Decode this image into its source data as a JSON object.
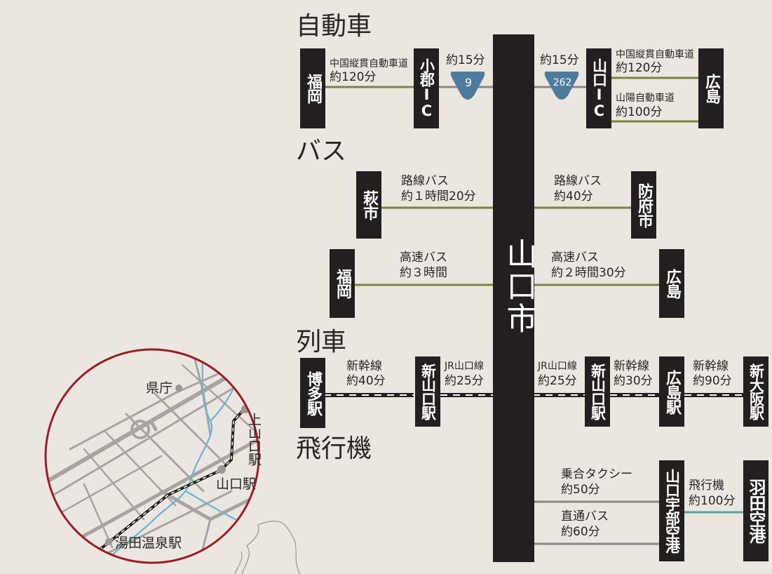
{
  "sections": {
    "car": "自動車",
    "bus": "バス",
    "train": "列車",
    "plane": "飛行機"
  },
  "center": "山口市",
  "car": {
    "fukuoka": "福岡",
    "ogori_ic": "小郡IC",
    "yamaguchi_ic": "山口IC",
    "hiroshima": "広島",
    "left_route": "中国縦貫自動車道",
    "left_time": "約120分",
    "left_short": "約15分",
    "right_short": "約15分",
    "sign_left": "9",
    "sign_right": "262",
    "right_top_route": "中国縦貫自動車道",
    "right_top_time": "約120分",
    "right_bottom_route": "山陽自動車道",
    "right_bottom_time": "約100分",
    "colors": {
      "expressway": "#79853f",
      "sign": "#4e7a9c"
    }
  },
  "bus": {
    "hagi": "萩市",
    "hofu": "防府市",
    "fukuoka": "福岡",
    "hiroshima": "広島",
    "hagi_route": "路線バス",
    "hagi_time": "約１時間20分",
    "hofu_route": "路線バス",
    "hofu_time": "約40分",
    "fukuoka_route": "高速バス",
    "fukuoka_time": "約３時間",
    "hiroshima_route": "高速バス",
    "hiroshima_time": "約２時間30分"
  },
  "train": {
    "hakata": "博多駅",
    "shinyamaguchi_left": "新山口駅",
    "shinyamaguchi_right": "新山口駅",
    "hiroshima": "広島駅",
    "shinosaka": "新大阪駅",
    "s1_route": "新幹線",
    "s1_time": "約40分",
    "j1_route": "JR山口線",
    "j1_time": "約25分",
    "j2_route": "JR山口線",
    "j2_time": "約25分",
    "s2_route": "新幹線",
    "s2_time": "約30分",
    "s3_route": "新幹線",
    "s3_time": "約90分"
  },
  "plane": {
    "ube_airport": "山口宇部空港",
    "haneda": "羽田空港",
    "taxi_route": "乗合タクシー",
    "taxi_time": "約50分",
    "bus_route": "直通バス",
    "bus_time": "約60分",
    "flight_route": "飛行機",
    "flight_time": "約100分",
    "colors": {
      "road": "#8a8785",
      "flight": "#4fa8a0"
    }
  },
  "map": {
    "prefecture_office": "県庁",
    "kamiyamaguchi": "上山口駅",
    "yamaguchi_station": "山口駅",
    "yuda_onsen": "湯田温泉駅",
    "colors": {
      "ring": "#9b1f24",
      "river": "#6ab4d6",
      "road": "#a7a4a1"
    }
  }
}
